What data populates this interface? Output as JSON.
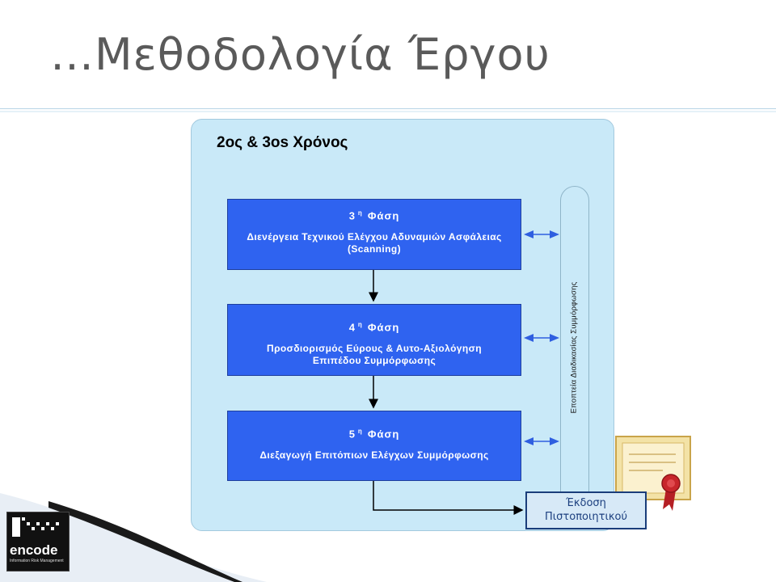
{
  "slide": {
    "title": "…Μεθοδολογία Έργου"
  },
  "panel": {
    "heading": "2ος & 3os Χρόνος"
  },
  "phases": [
    {
      "number": "3",
      "sup": "η",
      "word": "Φάση",
      "desc": "Διενέργεια Τεχνικού Ελέγχου Αδυναμιών Ασφάλειας (Scanning)"
    },
    {
      "number": "4",
      "sup": "η",
      "word": "Φάση",
      "desc": "Προσδιορισμός Εύρους & Αυτο-Αξιολόγηση Επιπέδου Συμμόρφωσης"
    },
    {
      "number": "5",
      "sup": "η",
      "word": "Φάση",
      "desc": "Διεξαγωγή Επιτόπιων Ελέγχων Συμμόρφωσης"
    }
  ],
  "monitoring": {
    "label": "Εποπτεία Διαδικασίας Συμμόρφωσης"
  },
  "certificate": {
    "line1": "Έκδοση",
    "line2": "Πιστοποιητικού",
    "icon": "certificate-icon"
  },
  "logo": {
    "name": "encode",
    "tagline": "Information Risk Management"
  },
  "colors": {
    "phase_box": "#2f63f0",
    "panel_bg": "#c9e9f8",
    "arrow": "#2f5fe0",
    "title_text": "#5a5a5a"
  }
}
